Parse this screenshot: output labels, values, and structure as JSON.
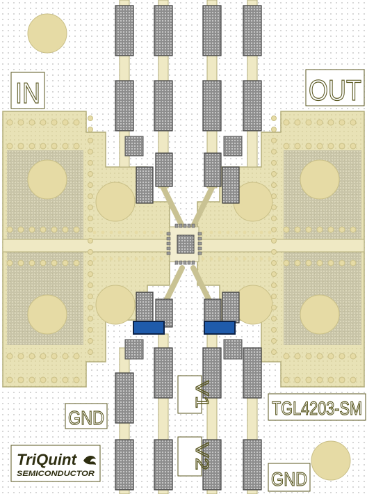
{
  "board": {
    "part_number": "TGL4203-SM",
    "logo_line1": "TriQuint",
    "logo_line2": "SEMICONDUCTOR"
  },
  "labels": {
    "input": "IN",
    "output": "OUT",
    "gnd_left": "GND",
    "gnd_right": "GND",
    "v1": "V1",
    "v2": "V2"
  },
  "colors": {
    "substrate": "#ffffff",
    "copper": "#e8e2b6",
    "copper_dark": "#b3ad7a",
    "pad": "#9a9a9a",
    "via": "#e6dba5",
    "component_blue": "#1f5bab",
    "label_stroke": "#58561e"
  }
}
